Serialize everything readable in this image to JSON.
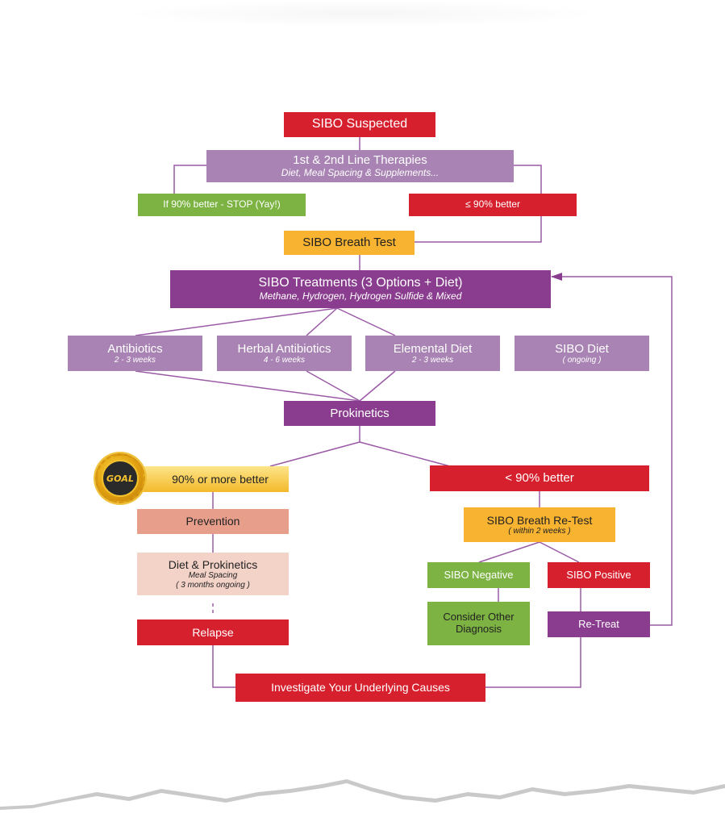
{
  "nodes": {
    "sibo_suspected": "SIBO Suspected",
    "therapies": {
      "title": "1st & 2nd Line Therapies",
      "subtitle": "Diet, Meal Spacing & Supplements..."
    },
    "stop": "If 90% better - STOP (Yay!)",
    "le90": "≤ 90% better",
    "breath_test": "SIBO Breath Test",
    "treatments": {
      "title": "SIBO Treatments (3 Options + Diet)",
      "subtitle": "Methane, Hydrogen, Hydrogen Sulfide & Mixed"
    },
    "antibiotics": {
      "title": "Antibiotics",
      "subtitle": "2 - 3 weeks"
    },
    "herbal": {
      "title": "Herbal Antibiotics",
      "subtitle": "4 - 6 weeks"
    },
    "elemental": {
      "title": "Elemental Diet",
      "subtitle": "2 - 3 weeks"
    },
    "sibo_diet": {
      "title": "SIBO Diet",
      "subtitle": "( ongoing )"
    },
    "prokinetics": "Prokinetics",
    "goal_badge": "GOAL",
    "better90": "90% or more better",
    "lt90": "< 90% better",
    "prevention": "Prevention",
    "diet_prokinetics": {
      "title": "Diet & Prokinetics",
      "line1": "Meal Spacing",
      "line2": "( 3 months ongoing )"
    },
    "retest": {
      "title": "SIBO Breath Re-Test",
      "subtitle": "( within 2 weeks )"
    },
    "negative": "SIBO Negative",
    "positive": "SIBO Positive",
    "consider": "Consider Other Diagnosis",
    "relapse": "Relapse",
    "retreat": "Re-Treat",
    "investigate": "Investigate Your Underlying Causes"
  },
  "colors": {
    "red": "#d6202e",
    "lilac": "#a883b3",
    "purple": "#8a3d8f",
    "green": "#7cb342",
    "orange": "#f8b331",
    "salmon": "#e79e8b",
    "pink": "#f3d2c8",
    "connector": "#9a5aa6"
  }
}
